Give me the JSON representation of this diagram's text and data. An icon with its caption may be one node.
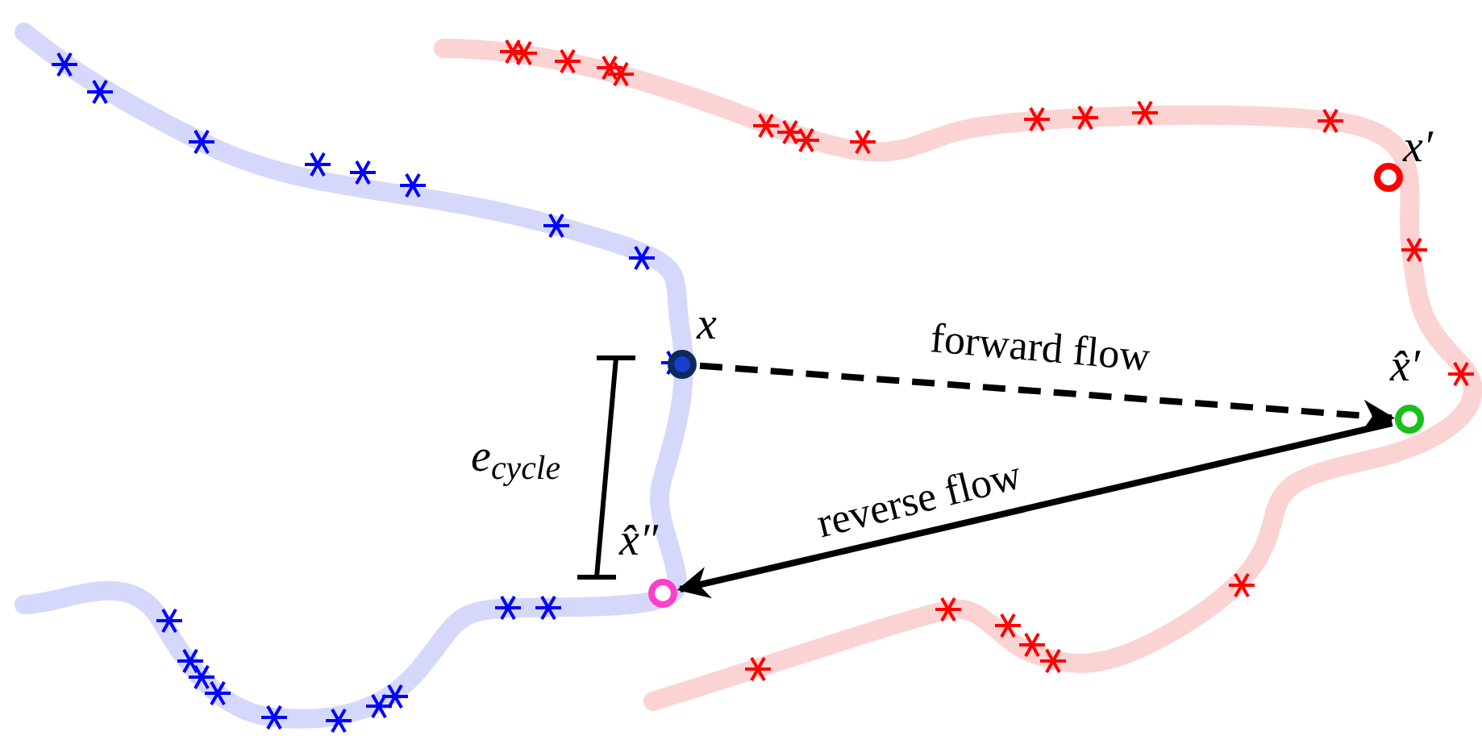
{
  "diagram": {
    "nodes": [
      {
        "text": [],
        "shape": "circle",
        "beside": [
          "x"
        ]
      },
      {
        "text": [],
        "shape": "circle",
        "beside": [
          "x′"
        ]
      },
      {
        "text": [],
        "shape": "circle",
        "beside": [
          "x̂′"
        ]
      },
      {
        "text": [],
        "shape": "circle",
        "beside": [
          "x̂″"
        ]
      }
    ],
    "edges": [
      {
        "from": 0,
        "to": 2,
        "arrow": "to",
        "label": "forward flow",
        "style": "dashed"
      },
      {
        "from": 2,
        "to": 3,
        "arrow": "to",
        "label": "reverse flow"
      }
    ],
    "labels": [
      "e$_{cycle}$"
    ]
  }
}
